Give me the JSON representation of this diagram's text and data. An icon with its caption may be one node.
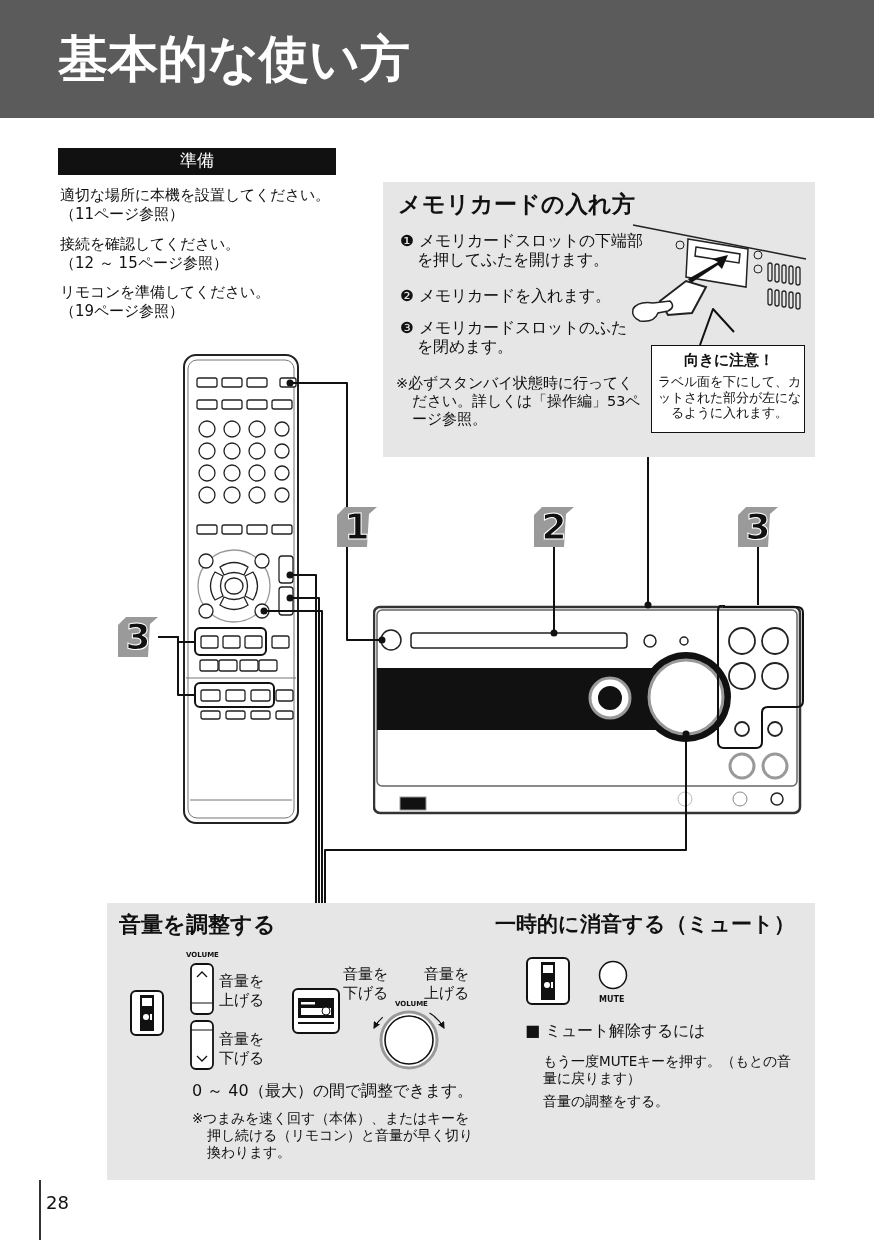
{
  "diagram": {
    "title": "基本的な使い方",
    "nodes": [
      {
        "text": [
          "準備"
        ],
        "beside": [
          "適切な場所に本機を設置してください。（11ページ参照）",
          "接続を確認してください。（12 ～ 15ページ参照）",
          "リモコンを準備してください。（19ページ参照）"
        ]
      },
      {
        "text": [
          "メモリカードの入れ方",
          "❶ メモリカードスロットの下端部を押してふたを開けます。",
          "❷ メモリカードを入れます。",
          "❸ メモリカードスロットのふたを閉めます。",
          "※必ずスタンバイ状態時に行ってください。詳しくは「操作編」53ページ参照。"
        ]
      },
      {
        "text": [
          "向きに注意！",
          "ラベル面を下にして、カットされた部分が左になるように入れます。"
        ],
        "in": 1
      },
      {
        "text": [],
        "shape": "picture",
        "in": 1
      },
      {
        "text": [],
        "shape": "picture"
      },
      {
        "text": [],
        "shape": "picture"
      },
      {
        "text": [
          "1"
        ]
      },
      {
        "text": [
          "2"
        ]
      },
      {
        "text": [
          "3"
        ]
      },
      {
        "text": [
          "3"
        ]
      },
      {
        "text": [
          "音量を調整する",
          "0 ～ 40（最大）の間で調整できます。",
          "※つまみを速く回す（本体）、またはキーを押し続ける（リモコン）と音量が早く切り換わります。"
        ]
      },
      {
        "text": [
          "一時的に消音する（ミュート）",
          "■ ミュート解除するには",
          "もう一度MUTEキーを押す。（もとの音量に戻ります）",
          "音量の調整をする。"
        ]
      }
    ],
    "edges": [
      {
        "from": 6,
        "to": 4,
        "arrow": "other"
      },
      {
        "from": 6,
        "to": 5,
        "arrow": "other"
      },
      {
        "from": 7,
        "to": 5,
        "arrow": "other"
      },
      {
        "from": 1,
        "to": 5,
        "arrow": "other"
      },
      {
        "from": 8,
        "to": 5,
        "arrow": "none"
      },
      {
        "from": 9,
        "to": 4,
        "arrow": "none"
      },
      {
        "from": 9,
        "to": 4,
        "arrow": "none"
      },
      {
        "from": 10,
        "to": 4,
        "arrow": "other"
      },
      {
        "from": 10,
        "to": 4,
        "arrow": "other"
      },
      {
        "from": 10,
        "to": 4,
        "arrow": "other"
      },
      {
        "from": 10,
        "to": 5,
        "arrow": "other"
      },
      {
        "from": 2,
        "to": 3,
        "arrow": "none"
      }
    ],
    "labels": [
      "VOLUME",
      "音量を下げる",
      "音量を上げる",
      "音量を上げる",
      "音量を下げる",
      "VOLUME",
      "MUTE",
      "28"
    ]
  }
}
